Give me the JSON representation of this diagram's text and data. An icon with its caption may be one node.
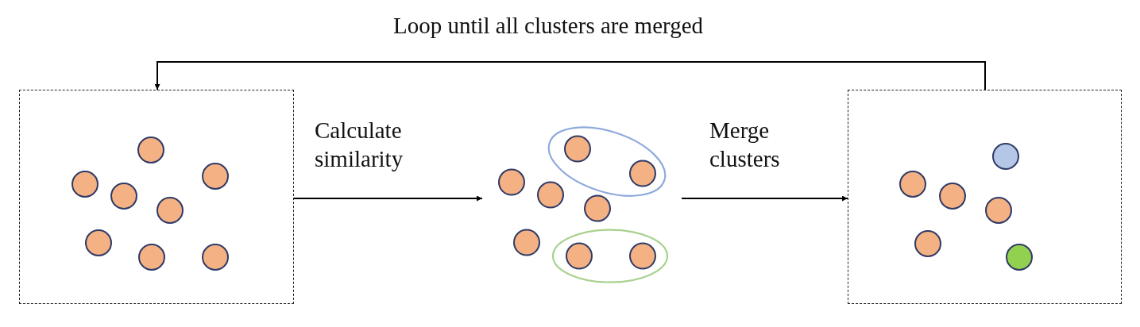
{
  "diagram": {
    "nodes": [
      {
        "text": [],
        "shape": "box"
      },
      {
        "text": [],
        "shape": "picture"
      },
      {
        "text": [],
        "shape": "box"
      }
    ],
    "edges": [
      {
        "from": 0,
        "to": 1,
        "arrow": "to",
        "label": "Calculate similarity"
      },
      {
        "from": 1,
        "to": 2,
        "arrow": "to",
        "label": "Merge clusters"
      },
      {
        "from": 2,
        "to": 0,
        "arrow": "to",
        "label": "Loop until all clusters are merged"
      }
    ]
  }
}
